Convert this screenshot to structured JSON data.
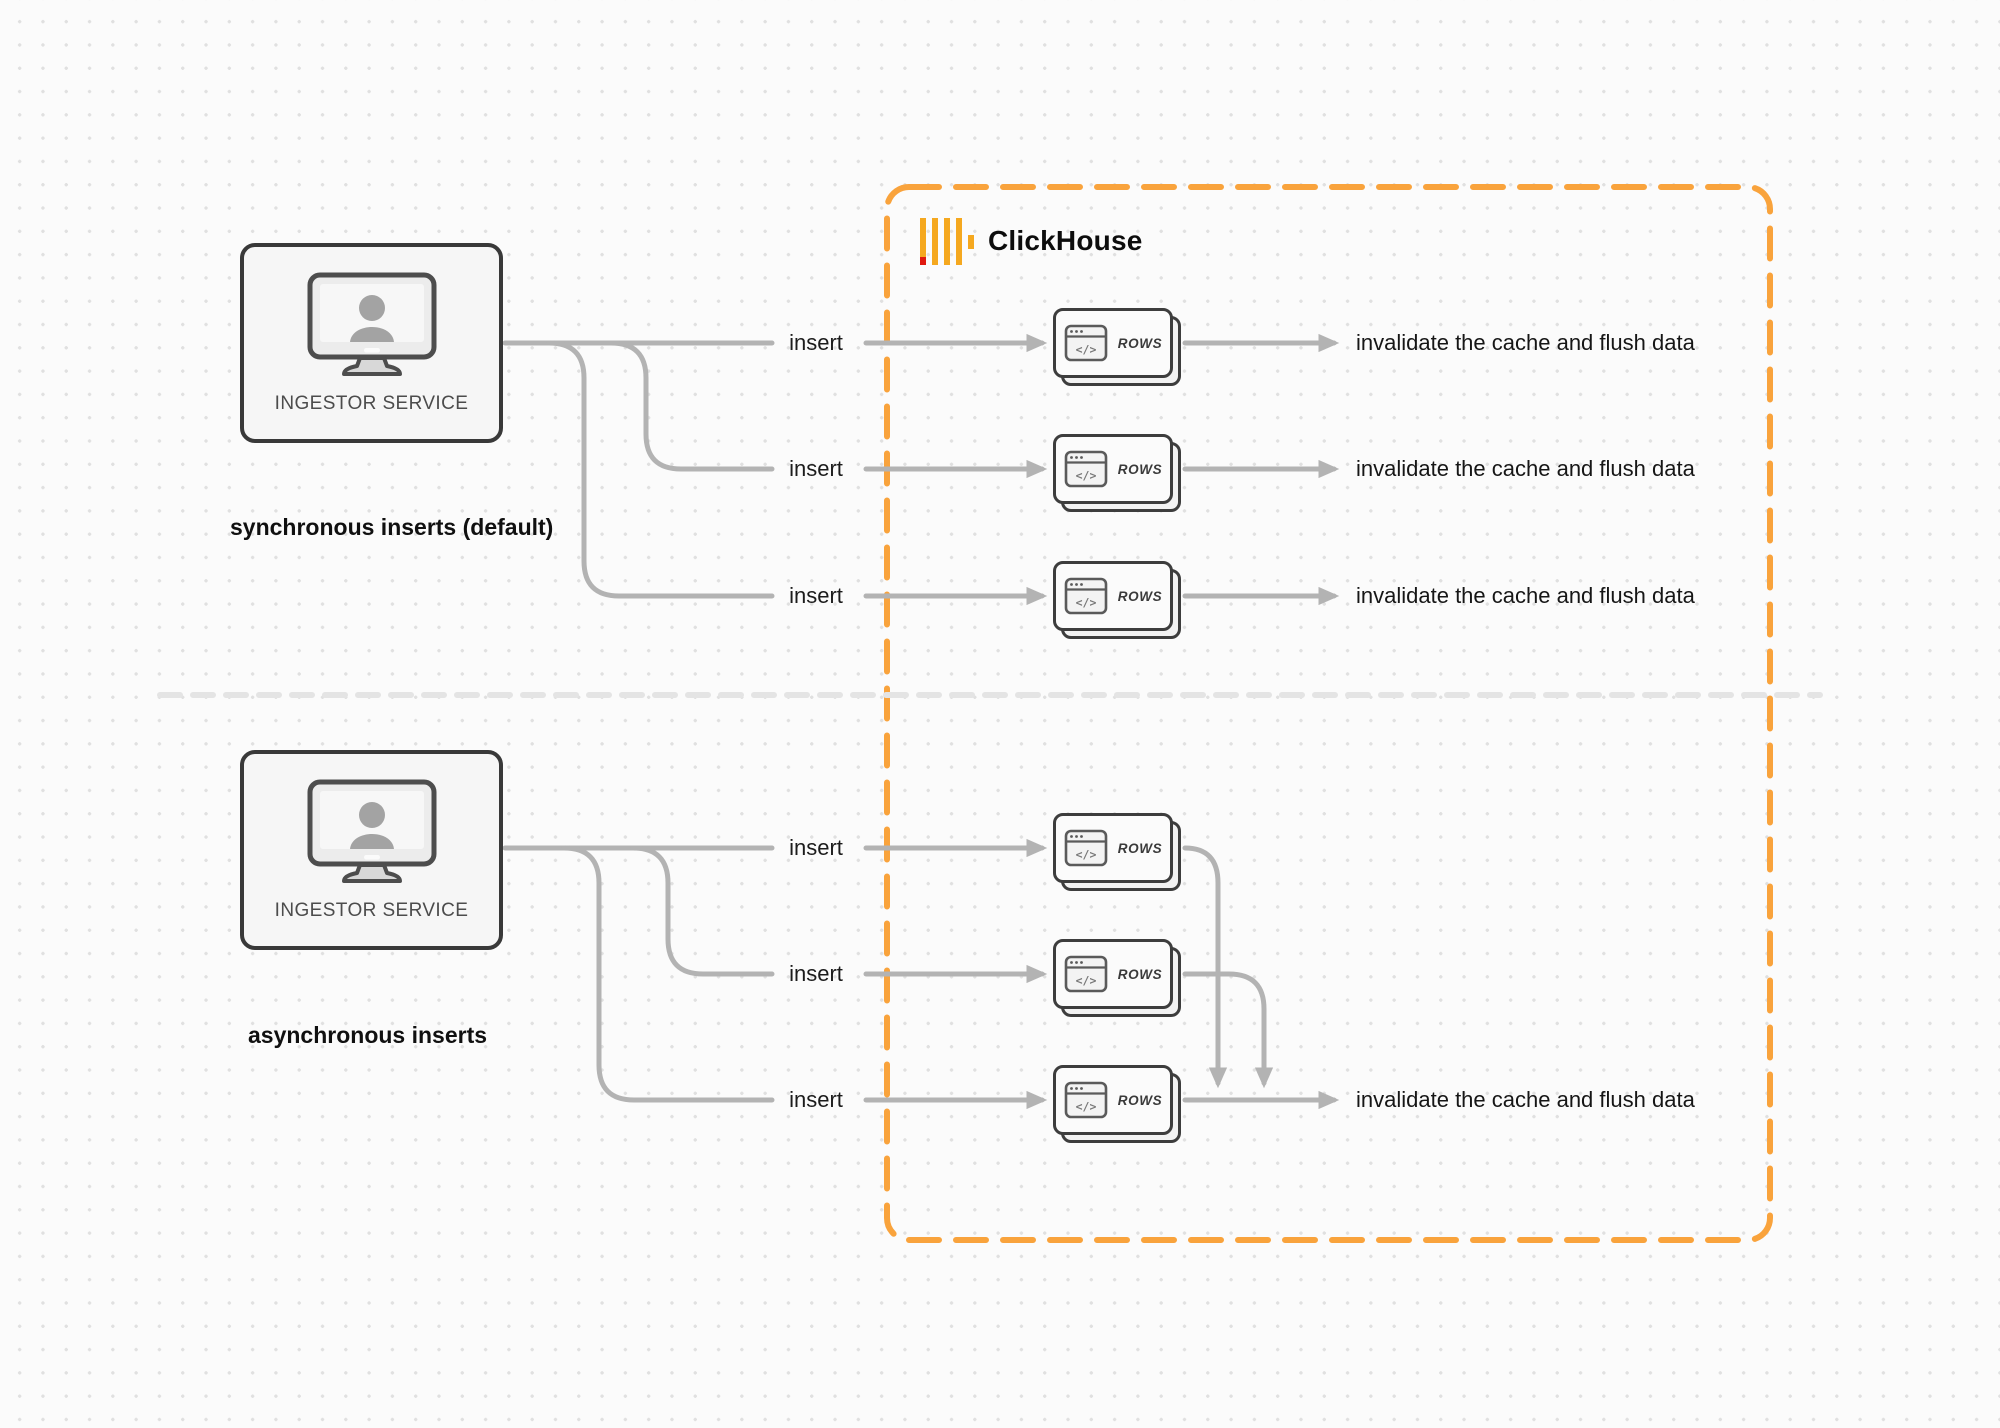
{
  "colors": {
    "accent_orange": "#F9A33C",
    "logo_yellow": "#F5A81F",
    "logo_red": "#E0190F",
    "line_gray": "#b3b3b3",
    "divider_gray": "#e4e4e4"
  },
  "clickhouse": {
    "label": "ClickHouse"
  },
  "node": {
    "code_glyph": "</>"
  },
  "sections": [
    {
      "caption": "synchronous inserts (default)",
      "source_label": "INGESTOR SERVICE",
      "rows": [
        {
          "insert_label": "insert",
          "node_label": "ROWS",
          "result_label": "invalidate the cache and flush data"
        },
        {
          "insert_label": "insert",
          "node_label": "ROWS",
          "result_label": "invalidate the cache and flush data"
        },
        {
          "insert_label": "insert",
          "node_label": "ROWS",
          "result_label": "invalidate the cache and flush data"
        }
      ]
    },
    {
      "caption": "asynchronous inserts",
      "source_label": "INGESTOR SERVICE",
      "rows": [
        {
          "insert_label": "insert",
          "node_label": "ROWS"
        },
        {
          "insert_label": "insert",
          "node_label": "ROWS"
        },
        {
          "insert_label": "insert",
          "node_label": "ROWS",
          "result_label": "invalidate the cache and flush data"
        }
      ]
    }
  ]
}
